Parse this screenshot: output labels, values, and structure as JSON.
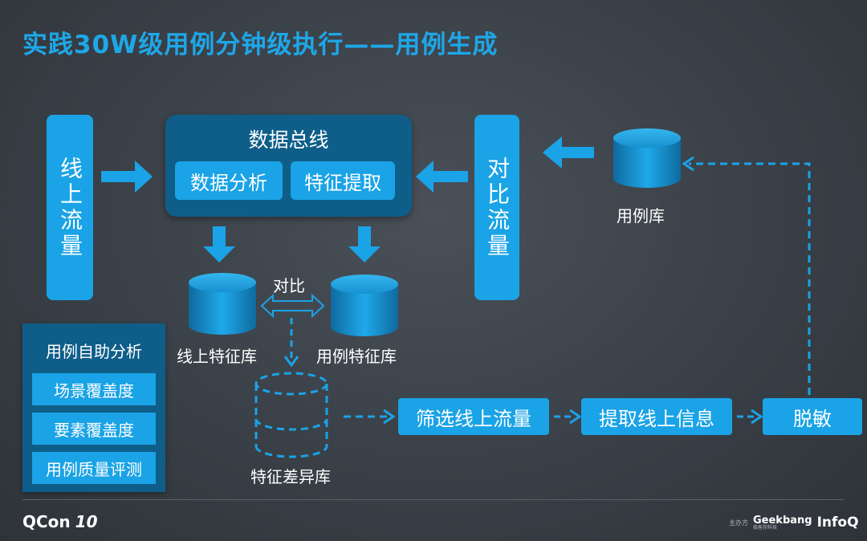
{
  "title": "实践30W级用例分钟级执行——用例生成",
  "left_bar": "线上流量",
  "right_bar": "对比流量",
  "bus": {
    "title": "数据总线",
    "analysis": "数据分析",
    "extract": "特征提取"
  },
  "case_db": "用例库",
  "online_feature_db": "线上特征库",
  "case_feature_db": "用例特征库",
  "compare_label": "对比",
  "diff_db": "特征差异库",
  "pipeline": {
    "filter": "筛选线上流量",
    "extract_info": "提取线上信息",
    "desensitize": "脱敏"
  },
  "panel": {
    "title": "用例自助分析",
    "items": [
      "场景覆盖度",
      "要素覆盖度",
      "用例质量评测"
    ]
  },
  "footer": {
    "qcon": "QCon",
    "qcon_edition": "10",
    "sponsor": "主办方",
    "geekbang": "Geekbang",
    "geekbang_sub": "极客邦科技",
    "infoq": "InfoQ"
  },
  "colors": {
    "accent": "#1aa3e6",
    "title": "#1ea7e8",
    "dark_box": "#0f5e8a"
  },
  "icons": [
    "database-icon",
    "arrow-right-icon",
    "arrow-left-icon",
    "arrow-down-icon",
    "double-arrow-icon"
  ]
}
